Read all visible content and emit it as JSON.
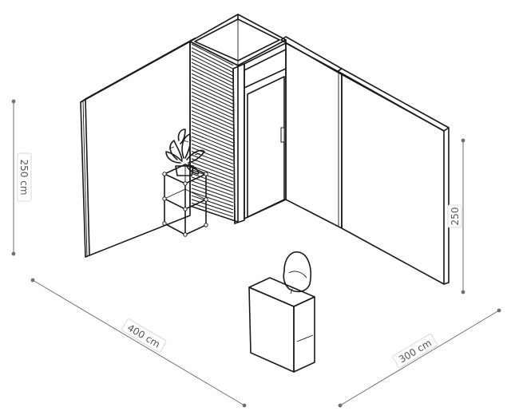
{
  "dimensions": {
    "height_left": "250 cm",
    "width_front": "400 cm",
    "depth_right": "300 cm",
    "height_right": "250"
  },
  "colors": {
    "line": "#1a1a1a",
    "dimension_line": "#6f6f6f",
    "dimension_text": "#555555",
    "background": "#ffffff"
  }
}
